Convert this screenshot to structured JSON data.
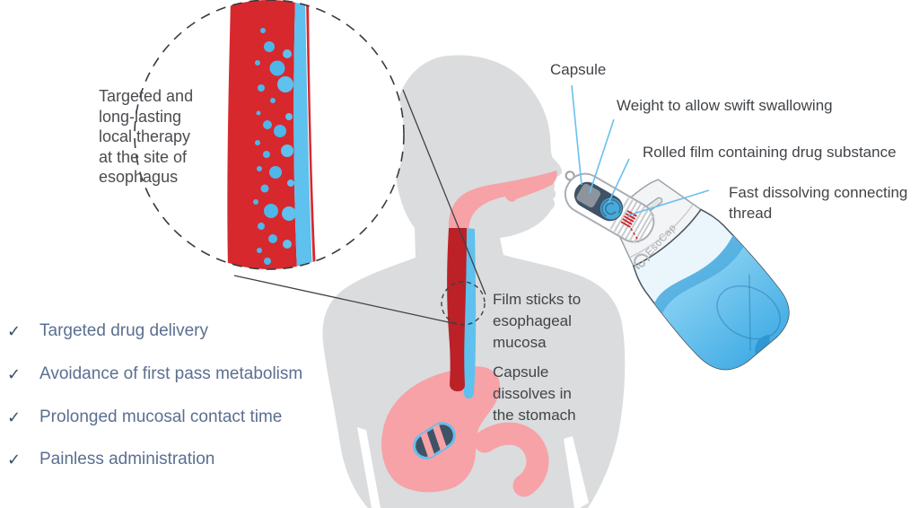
{
  "magnifier": {
    "caption": "Targeted and\nlong-lasting\nlocal therapy\nat the site of\nesophagus"
  },
  "device_labels": {
    "capsule": "Capsule",
    "weight": "Weight to allow swift swallowing",
    "rolled_film": "Rolled film containing drug substance",
    "thread": "Fast dissolving connecting\nthread"
  },
  "body_labels": {
    "film_sticks": "Film sticks to\nesophageal\nmucosa",
    "capsule_dissolves": "Capsule\ndissolves in\nthe stomach"
  },
  "benefits": {
    "check": "✓",
    "items": [
      "Targeted drug delivery",
      "Avoidance of first pass metabolism",
      "Prolonged mucosal contact time",
      "Painless administration"
    ]
  },
  "bottle": {
    "brand": "EsoCap"
  },
  "colors": {
    "silhouette": "#dbdcdd",
    "pink": "#f6a2a7",
    "red_bright": "#d7282e",
    "red_dark": "#bb2127",
    "film_blue": "#5ec1ee",
    "bubble_blue": "#4db7ea",
    "navy": "#3f5266",
    "leader_blue": "#6ac0ef",
    "label_text": "#414448",
    "benefit_text": "#5b6f91"
  }
}
